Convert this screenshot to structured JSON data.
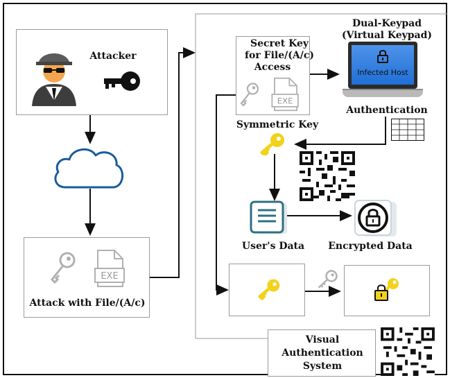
{
  "attacker": {
    "label": "Attacker"
  },
  "attack": {
    "label": "Attack with File/(A/c)"
  },
  "secret": {
    "line1": "Secret Key",
    "line2": "for File/(A/c)",
    "line3": "Access"
  },
  "symmetric": {
    "label": "Symmetric Key"
  },
  "keypad": {
    "line1": "Dual-Keypad",
    "line2": "(Virtual Keypad)"
  },
  "host": {
    "screen_text": "Infected Host"
  },
  "auth": {
    "label": "Authentication"
  },
  "users_data": {
    "label": "User's Data"
  },
  "encrypted": {
    "label": "Encrypted Data"
  },
  "vas": {
    "line1": "Visual",
    "line2": "Authentication",
    "line3": "System"
  },
  "exe": {
    "text": "EXE"
  },
  "colors": {
    "key_yellow": "#f2d21a",
    "laptop_blue": "#1f6fd6",
    "teal": "#2f6f86"
  }
}
